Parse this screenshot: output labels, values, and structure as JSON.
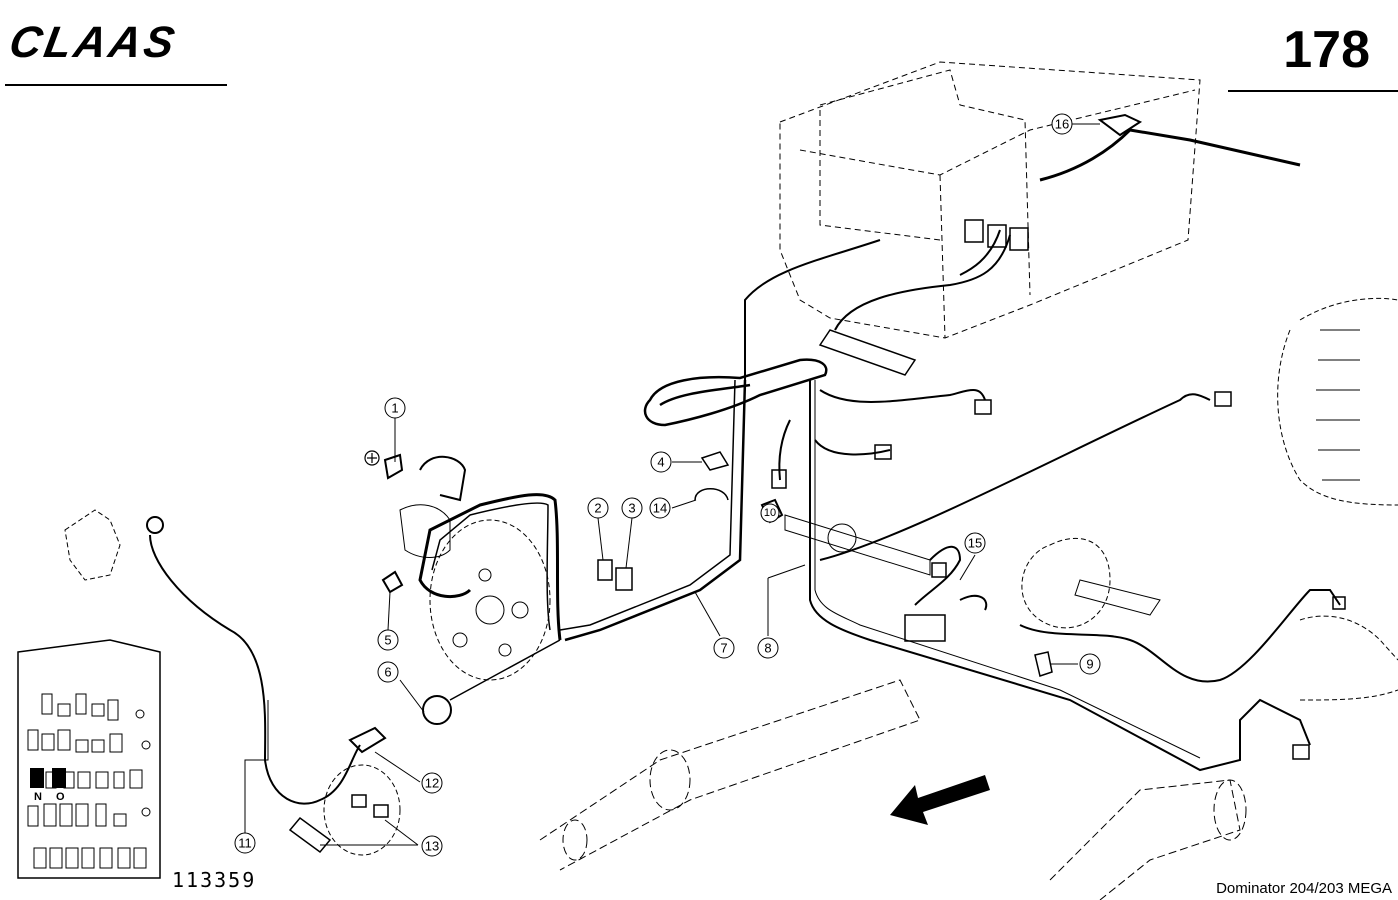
{
  "header": {
    "brand": "CLAAS",
    "page_number": "178"
  },
  "footer": {
    "figure_code": "113359",
    "model": "Dominator 204/203 MEGA"
  },
  "fuse_panel": {
    "labels": [
      "N",
      "O"
    ]
  },
  "callouts": [
    {
      "id": "callout-1",
      "label": "1"
    },
    {
      "id": "callout-2",
      "label": "2"
    },
    {
      "id": "callout-3",
      "label": "3"
    },
    {
      "id": "callout-4",
      "label": "4"
    },
    {
      "id": "callout-5",
      "label": "5"
    },
    {
      "id": "callout-6",
      "label": "6"
    },
    {
      "id": "callout-7",
      "label": "7"
    },
    {
      "id": "callout-8",
      "label": "8"
    },
    {
      "id": "callout-9",
      "label": "9"
    },
    {
      "id": "callout-10",
      "label": "10"
    },
    {
      "id": "callout-11",
      "label": "11"
    },
    {
      "id": "callout-12",
      "label": "12"
    },
    {
      "id": "callout-13",
      "label": "13"
    },
    {
      "id": "callout-14",
      "label": "14"
    },
    {
      "id": "callout-15",
      "label": "15"
    },
    {
      "id": "callout-16",
      "label": "16"
    }
  ],
  "symbols": {
    "ground": "⊕"
  }
}
